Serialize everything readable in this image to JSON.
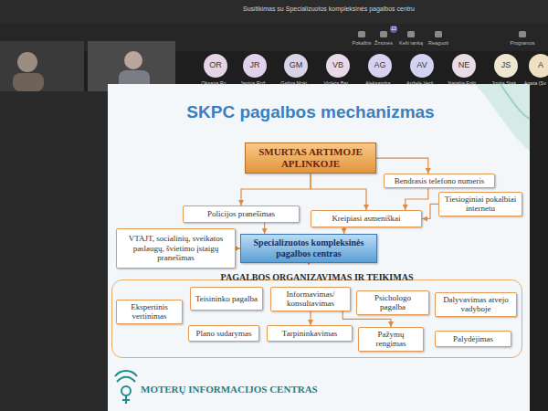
{
  "diagram": {
    "title": "SKPC pagalbos mechanizmas",
    "nodes": [
      {
        "text": [
          "SMURTAS ARTIMOJE APLINKOJE"
        ]
      },
      {
        "text": [
          "Bendrasis telefono numeris"
        ]
      },
      {
        "text": [
          "Tiesioginiai pokalbiai internetu"
        ]
      },
      {
        "text": [
          "Policijos pranešimas"
        ]
      },
      {
        "text": [
          "Kreipiasi asmeniškai"
        ]
      },
      {
        "text": [
          "VTAJT, socialinių, sveikatos paslaugų, švietimo įstaigų pranešimas"
        ]
      },
      {
        "text": [
          "Specializuotos kompleksinės pagalbos centras"
        ]
      },
      {
        "text": [
          "PAGALBOS ORGANIZAVIMAS IR TEIKIMAS"
        ]
      },
      {
        "text": [
          "Ekspertinis vertinimas"
        ],
        "in": 7
      },
      {
        "text": [
          "Teisininko pagalba"
        ],
        "in": 7
      },
      {
        "text": [
          "Informavimas/ konsultavimas"
        ],
        "in": 7
      },
      {
        "text": [
          "Psichologo pagalba"
        ],
        "in": 7
      },
      {
        "text": [
          "Dalyvavimas atvejo vadyboje"
        ],
        "in": 7
      },
      {
        "text": [
          "Plano sudarymas"
        ],
        "in": 7
      },
      {
        "text": [
          "Tarpininkavimas"
        ],
        "in": 7
      },
      {
        "text": [
          "Pažymų rengimas"
        ],
        "in": 7
      },
      {
        "text": [
          "Palydėjimas"
        ],
        "in": 7
      }
    ],
    "edges": [
      {
        "from": 0,
        "to": 3,
        "arrow": "to"
      },
      {
        "from": 0,
        "to": 4,
        "arrow": "to"
      },
      {
        "from": 0,
        "to": 1,
        "arrow": "to"
      },
      {
        "from": 1,
        "to": 4,
        "arrow": "to"
      },
      {
        "from": 2,
        "to": 4,
        "arrow": "to"
      },
      {
        "from": 3,
        "to": 6,
        "arrow": "to"
      },
      {
        "from": 4,
        "to": 6,
        "arrow": "to"
      },
      {
        "from": 5,
        "to": 6,
        "arrow": "to"
      },
      {
        "from": 6,
        "to": 7,
        "arrow": "to"
      },
      {
        "from": 10,
        "to": 14,
        "arrow": "to"
      },
      {
        "from": 10,
        "to": 15,
        "arrow": "to"
      }
    ],
    "labels": [
      "Susitikimas su Specializuotos kompleksinės pagalbos centru",
      "Pokalbis",
      "Žmonės",
      "12",
      "Kelti ranką",
      "Reaguoti",
      "Programos",
      "OR",
      "Oksana Ry...",
      "JR",
      "Janina Rož...",
      "GM",
      "Galina Moki...",
      "VB",
      "Violeta Bar...",
      "AG",
      "Aleksandra...",
      "AV",
      "Anželė Verš...",
      "NE",
      "Natalija Eglit...",
      "JS",
      "Jovita Stak...",
      "A",
      "Agata (Sv",
      "MOTERŲ INFORMACIJOS CENTRAS"
    ]
  }
}
